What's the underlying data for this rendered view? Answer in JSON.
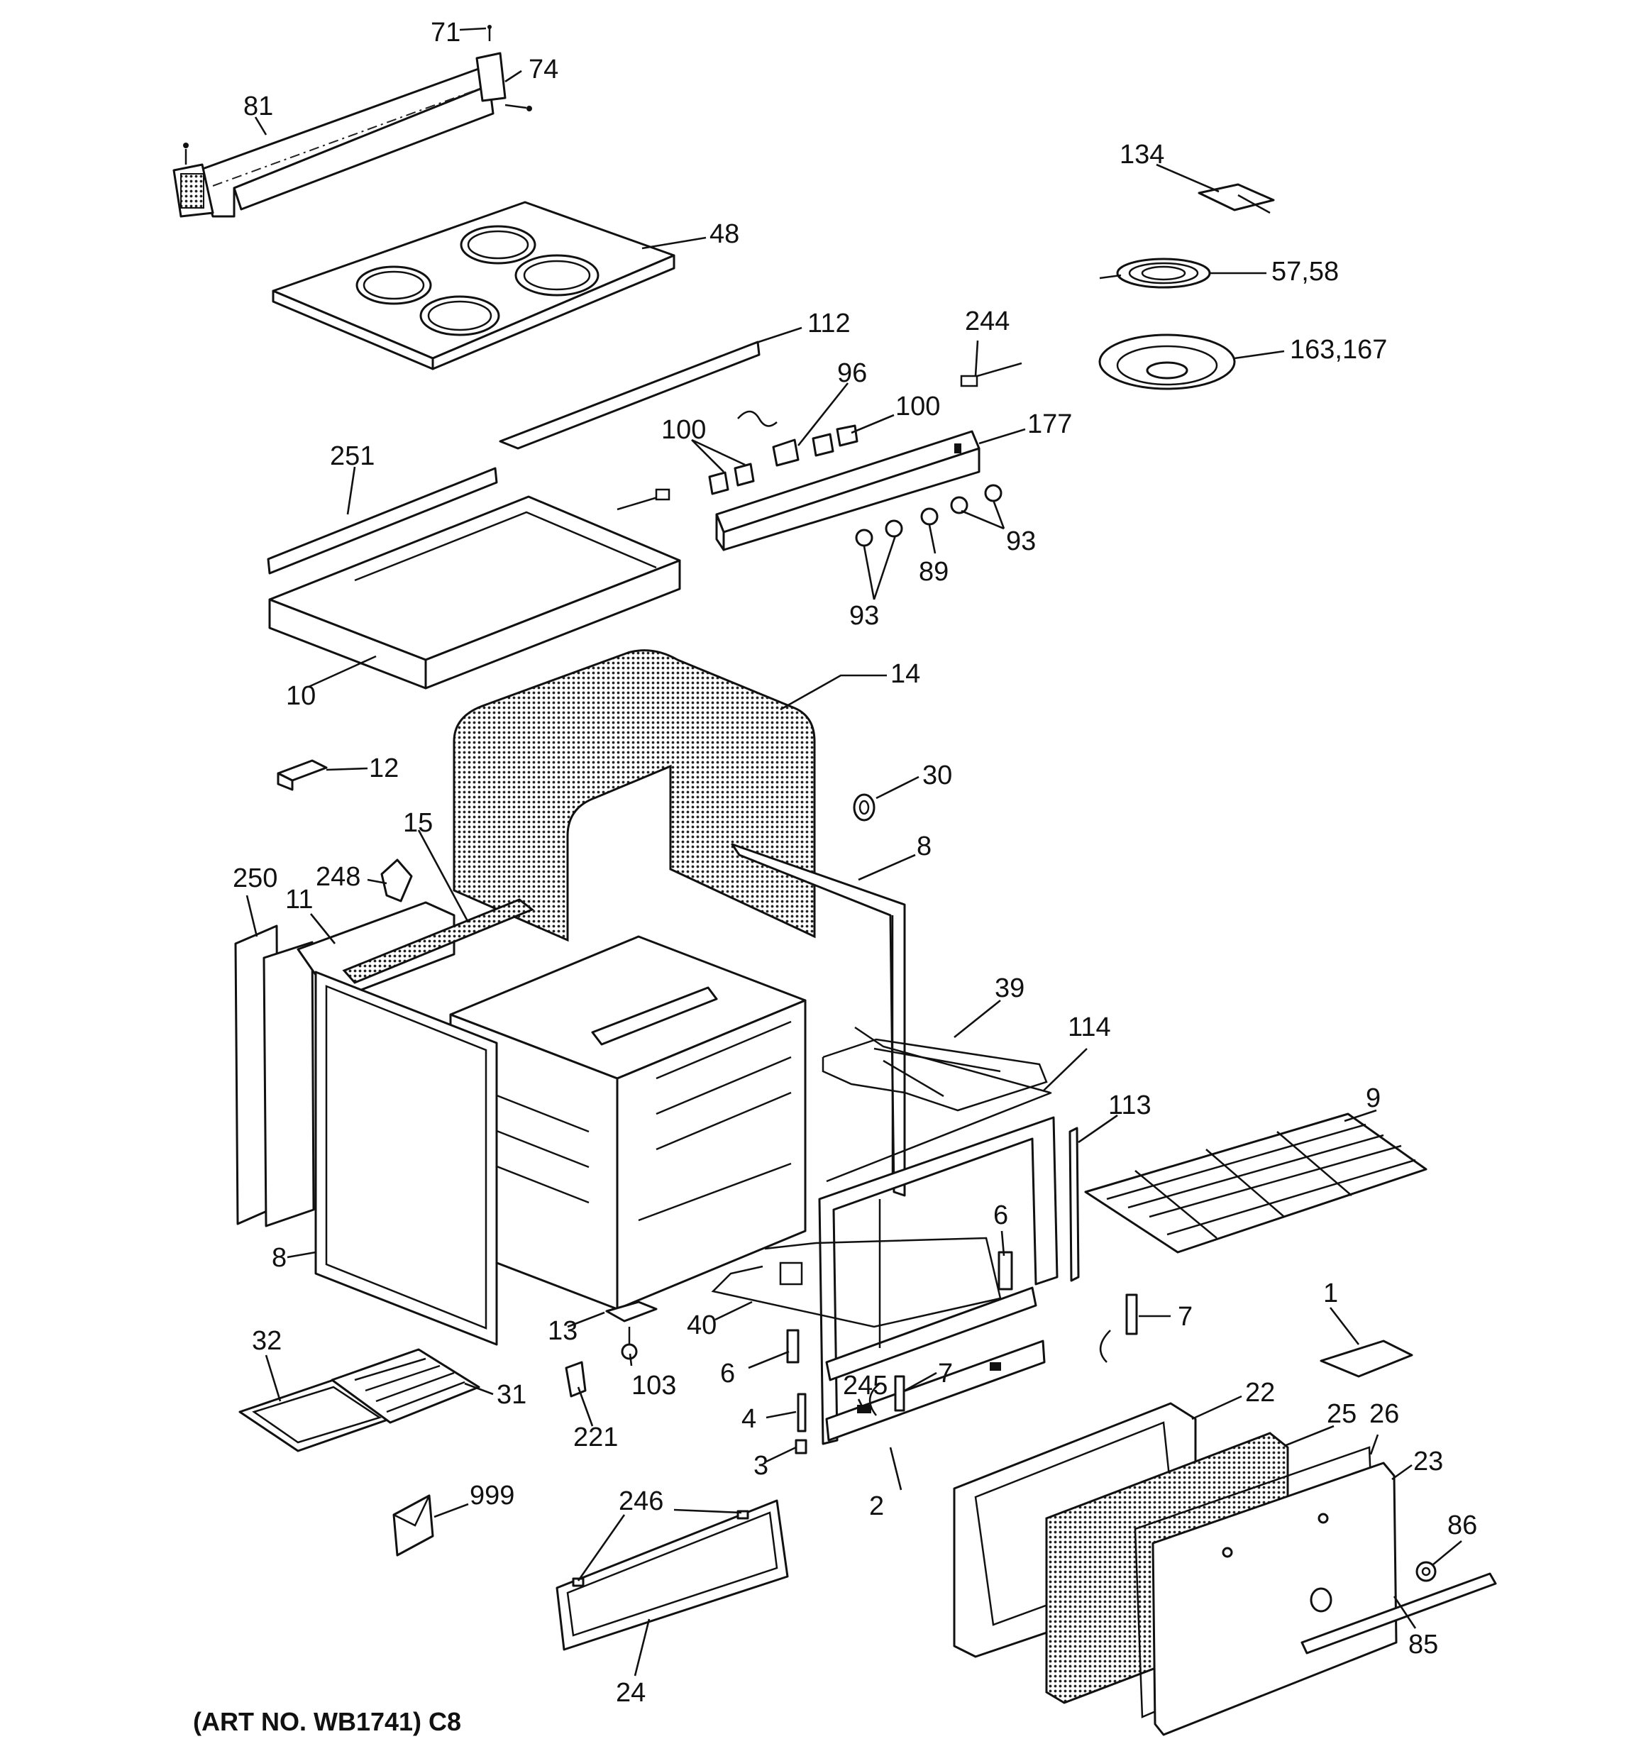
{
  "caption": "(ART NO. WB1741) C8",
  "callouts": [
    {
      "id": "c71",
      "text": "71"
    },
    {
      "id": "c74",
      "text": "74"
    },
    {
      "id": "c81",
      "text": "81"
    },
    {
      "id": "c134",
      "text": "134"
    },
    {
      "id": "c48",
      "text": "48"
    },
    {
      "id": "c5758",
      "text": "57,58"
    },
    {
      "id": "c112",
      "text": "112"
    },
    {
      "id": "c244",
      "text": "244"
    },
    {
      "id": "c163167",
      "text": "163,167"
    },
    {
      "id": "c96",
      "text": "96"
    },
    {
      "id": "c100a",
      "text": "100"
    },
    {
      "id": "c100b",
      "text": "100"
    },
    {
      "id": "c177",
      "text": "177"
    },
    {
      "id": "c251",
      "text": "251"
    },
    {
      "id": "c93a",
      "text": "93"
    },
    {
      "id": "c89",
      "text": "89"
    },
    {
      "id": "c93b",
      "text": "93"
    },
    {
      "id": "c10",
      "text": "10"
    },
    {
      "id": "c14",
      "text": "14"
    },
    {
      "id": "c12",
      "text": "12"
    },
    {
      "id": "c30",
      "text": "30"
    },
    {
      "id": "c15",
      "text": "15"
    },
    {
      "id": "c8a",
      "text": "8"
    },
    {
      "id": "c250",
      "text": "250"
    },
    {
      "id": "c248",
      "text": "248"
    },
    {
      "id": "c11",
      "text": "11"
    },
    {
      "id": "c39",
      "text": "39"
    },
    {
      "id": "c114",
      "text": "114"
    },
    {
      "id": "c113",
      "text": "113"
    },
    {
      "id": "c9",
      "text": "9"
    },
    {
      "id": "c6a",
      "text": "6"
    },
    {
      "id": "c8b",
      "text": "8"
    },
    {
      "id": "c7a",
      "text": "7"
    },
    {
      "id": "c1",
      "text": "1"
    },
    {
      "id": "c13",
      "text": "13"
    },
    {
      "id": "c40",
      "text": "40"
    },
    {
      "id": "c32",
      "text": "32"
    },
    {
      "id": "c6b",
      "text": "6"
    },
    {
      "id": "c103",
      "text": "103"
    },
    {
      "id": "c31",
      "text": "31"
    },
    {
      "id": "c245",
      "text": "245"
    },
    {
      "id": "c7b",
      "text": "7"
    },
    {
      "id": "c22",
      "text": "22"
    },
    {
      "id": "c25",
      "text": "25"
    },
    {
      "id": "c26",
      "text": "26"
    },
    {
      "id": "c221",
      "text": "221"
    },
    {
      "id": "c4",
      "text": "4"
    },
    {
      "id": "c3",
      "text": "3"
    },
    {
      "id": "c23",
      "text": "23"
    },
    {
      "id": "c2",
      "text": "2"
    },
    {
      "id": "c999",
      "text": "999"
    },
    {
      "id": "c246",
      "text": "246"
    },
    {
      "id": "c86",
      "text": "86"
    },
    {
      "id": "c85",
      "text": "85"
    },
    {
      "id": "c24",
      "text": "24"
    }
  ]
}
